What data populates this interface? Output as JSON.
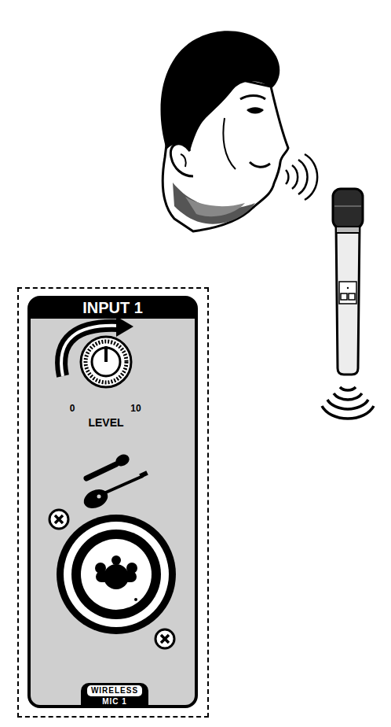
{
  "diagram": {
    "nodes": [
      {
        "text": [
          "INPUT 1"
        ]
      },
      {
        "text": [
          "WIRELESS",
          "MIC 1"
        ],
        "in": 0
      }
    ],
    "labels": [
      "0",
      "10",
      "LEVEL"
    ]
  }
}
